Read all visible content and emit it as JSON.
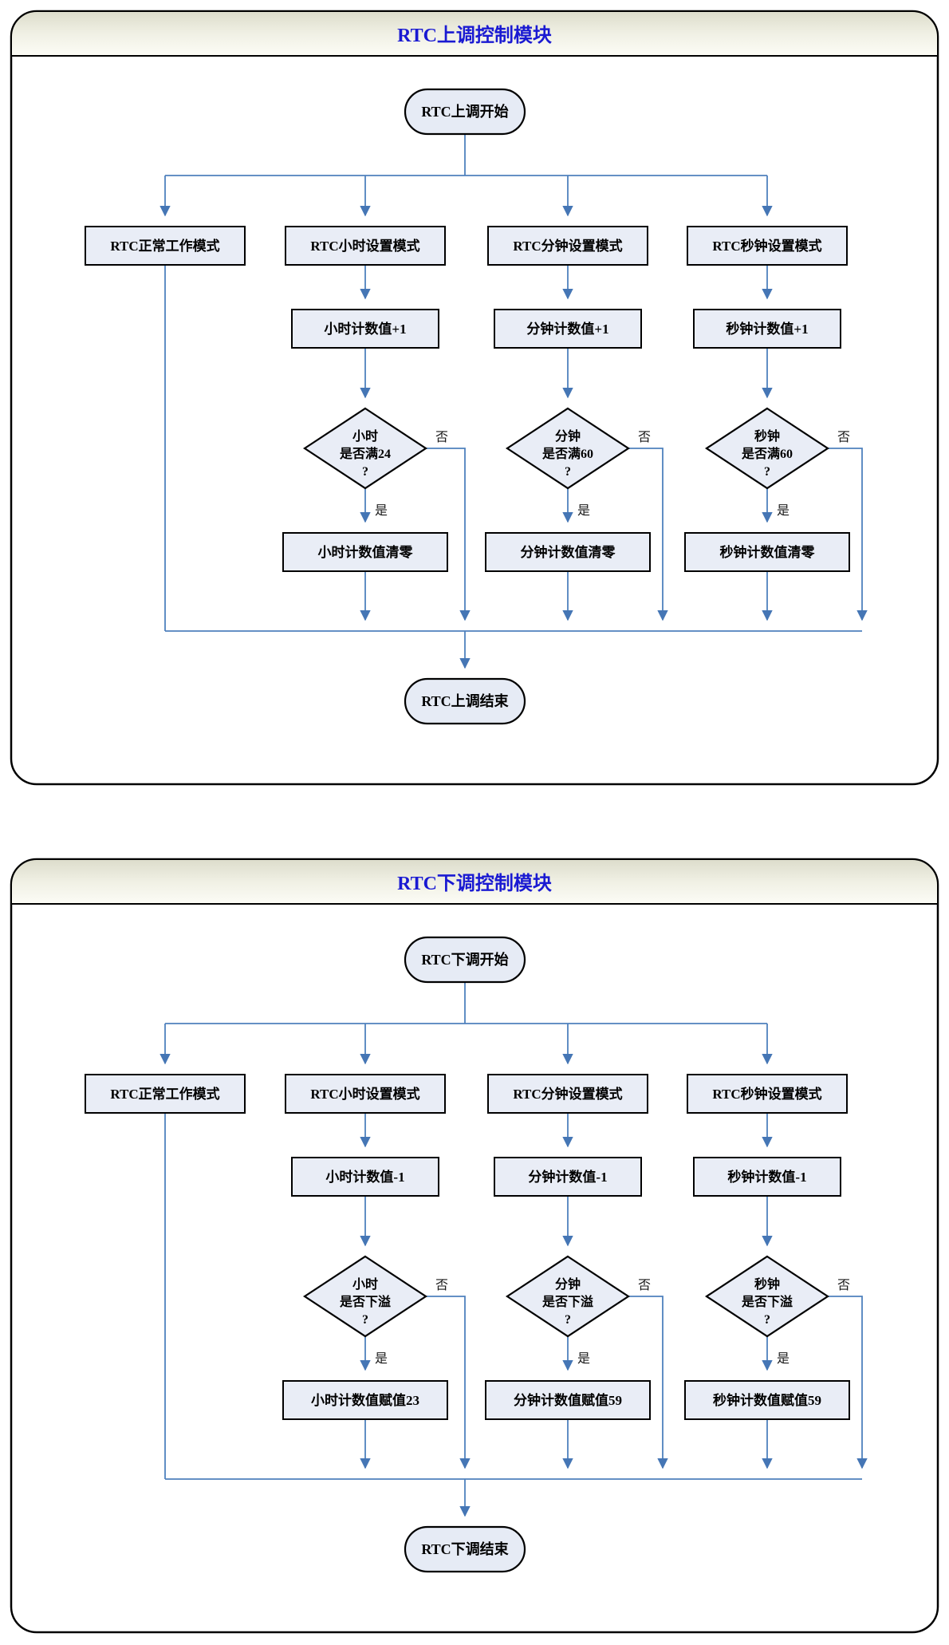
{
  "colors": {
    "connector": "#4f81bd",
    "arrowhead": "#4576b5",
    "node_fill": "#e9edf6",
    "oval_fill": "#e6ebf5",
    "node_border": "#000000",
    "title_color": "#1a1ad2",
    "titlebar_top": "#dcdccb",
    "titlebar_bottom": "#fcfcf6"
  },
  "panels": [
    {
      "title": "RTC上调控制模块",
      "start_label": "RTC上调开始",
      "end_label": "RTC上调结束",
      "normal_mode_label": "RTC正常工作模式",
      "yes_label": "是",
      "no_label": "否",
      "branches": [
        {
          "mode": "RTC小时设置模式",
          "step": "小时计数值+1",
          "decision_line1": "小时",
          "decision_line2": "是否满24",
          "decision_line3": "?",
          "action": "小时计数值清零"
        },
        {
          "mode": "RTC分钟设置模式",
          "step": "分钟计数值+1",
          "decision_line1": "分钟",
          "decision_line2": "是否满60",
          "decision_line3": "?",
          "action": "分钟计数值清零"
        },
        {
          "mode": "RTC秒钟设置模式",
          "step": "秒钟计数值+1",
          "decision_line1": "秒钟",
          "decision_line2": "是否满60",
          "decision_line3": "?",
          "action": "秒钟计数值清零"
        }
      ]
    },
    {
      "title": "RTC下调控制模块",
      "start_label": "RTC下调开始",
      "end_label": "RTC下调结束",
      "normal_mode_label": "RTC正常工作模式",
      "yes_label": "是",
      "no_label": "否",
      "branches": [
        {
          "mode": "RTC小时设置模式",
          "step": "小时计数值-1",
          "decision_line1": "小时",
          "decision_line2": "是否下溢",
          "decision_line3": "?",
          "action": "小时计数值赋值23"
        },
        {
          "mode": "RTC分钟设置模式",
          "step": "分钟计数值-1",
          "decision_line1": "分钟",
          "decision_line2": "是否下溢",
          "decision_line3": "?",
          "action": "分钟计数值赋值59"
        },
        {
          "mode": "RTC秒钟设置模式",
          "step": "秒钟计数值-1",
          "decision_line1": "秒钟",
          "decision_line2": "是否下溢",
          "decision_line3": "?",
          "action": "秒钟计数值赋值59"
        }
      ]
    }
  ]
}
